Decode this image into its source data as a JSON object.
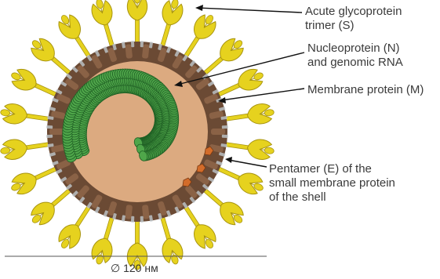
{
  "labels": {
    "spike": {
      "line1": "Acute glycoprotein",
      "line2": "trimer (S)"
    },
    "nucleoprotein": {
      "line1": "Nucleoprotein (N)",
      "line2": "and genomic RNA"
    },
    "membrane": {
      "line1": "Membrane protein (M)"
    },
    "envelope": {
      "line1": "Pentamer (E) of the",
      "line2": "small membrane protein",
      "line3": "of the shell"
    }
  },
  "scale": {
    "caption": "∅ 120 нм"
  },
  "colors": {
    "spike": "#e6d21e",
    "spike_edge": "#a89410",
    "membrane": "#6b4a34",
    "membrane_light": "#bfc7cc",
    "interior": "#dcaa80",
    "nucleocapsid": "#4fa64a",
    "nucleocapsid_edge": "#1f5f24",
    "envelope_protein": "#d36c2a"
  }
}
